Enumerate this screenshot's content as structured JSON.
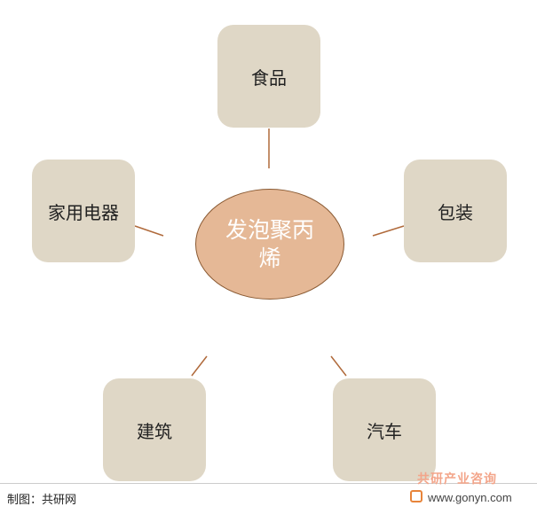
{
  "diagram": {
    "center": "发泡聚丙烯",
    "nodes": {
      "top": "食品",
      "right": "包装",
      "bottom_right": "汽车",
      "bottom_left": "建筑",
      "left": "家用电器"
    }
  },
  "footer": {
    "source": "制图：共研网",
    "watermark_cn": "共研产业咨询",
    "watermark_url": "www.gonyn.com"
  },
  "colors": {
    "box_fill": "#dfd7c6",
    "center_fill": "#e5b896",
    "connector": "#b06a3b"
  }
}
